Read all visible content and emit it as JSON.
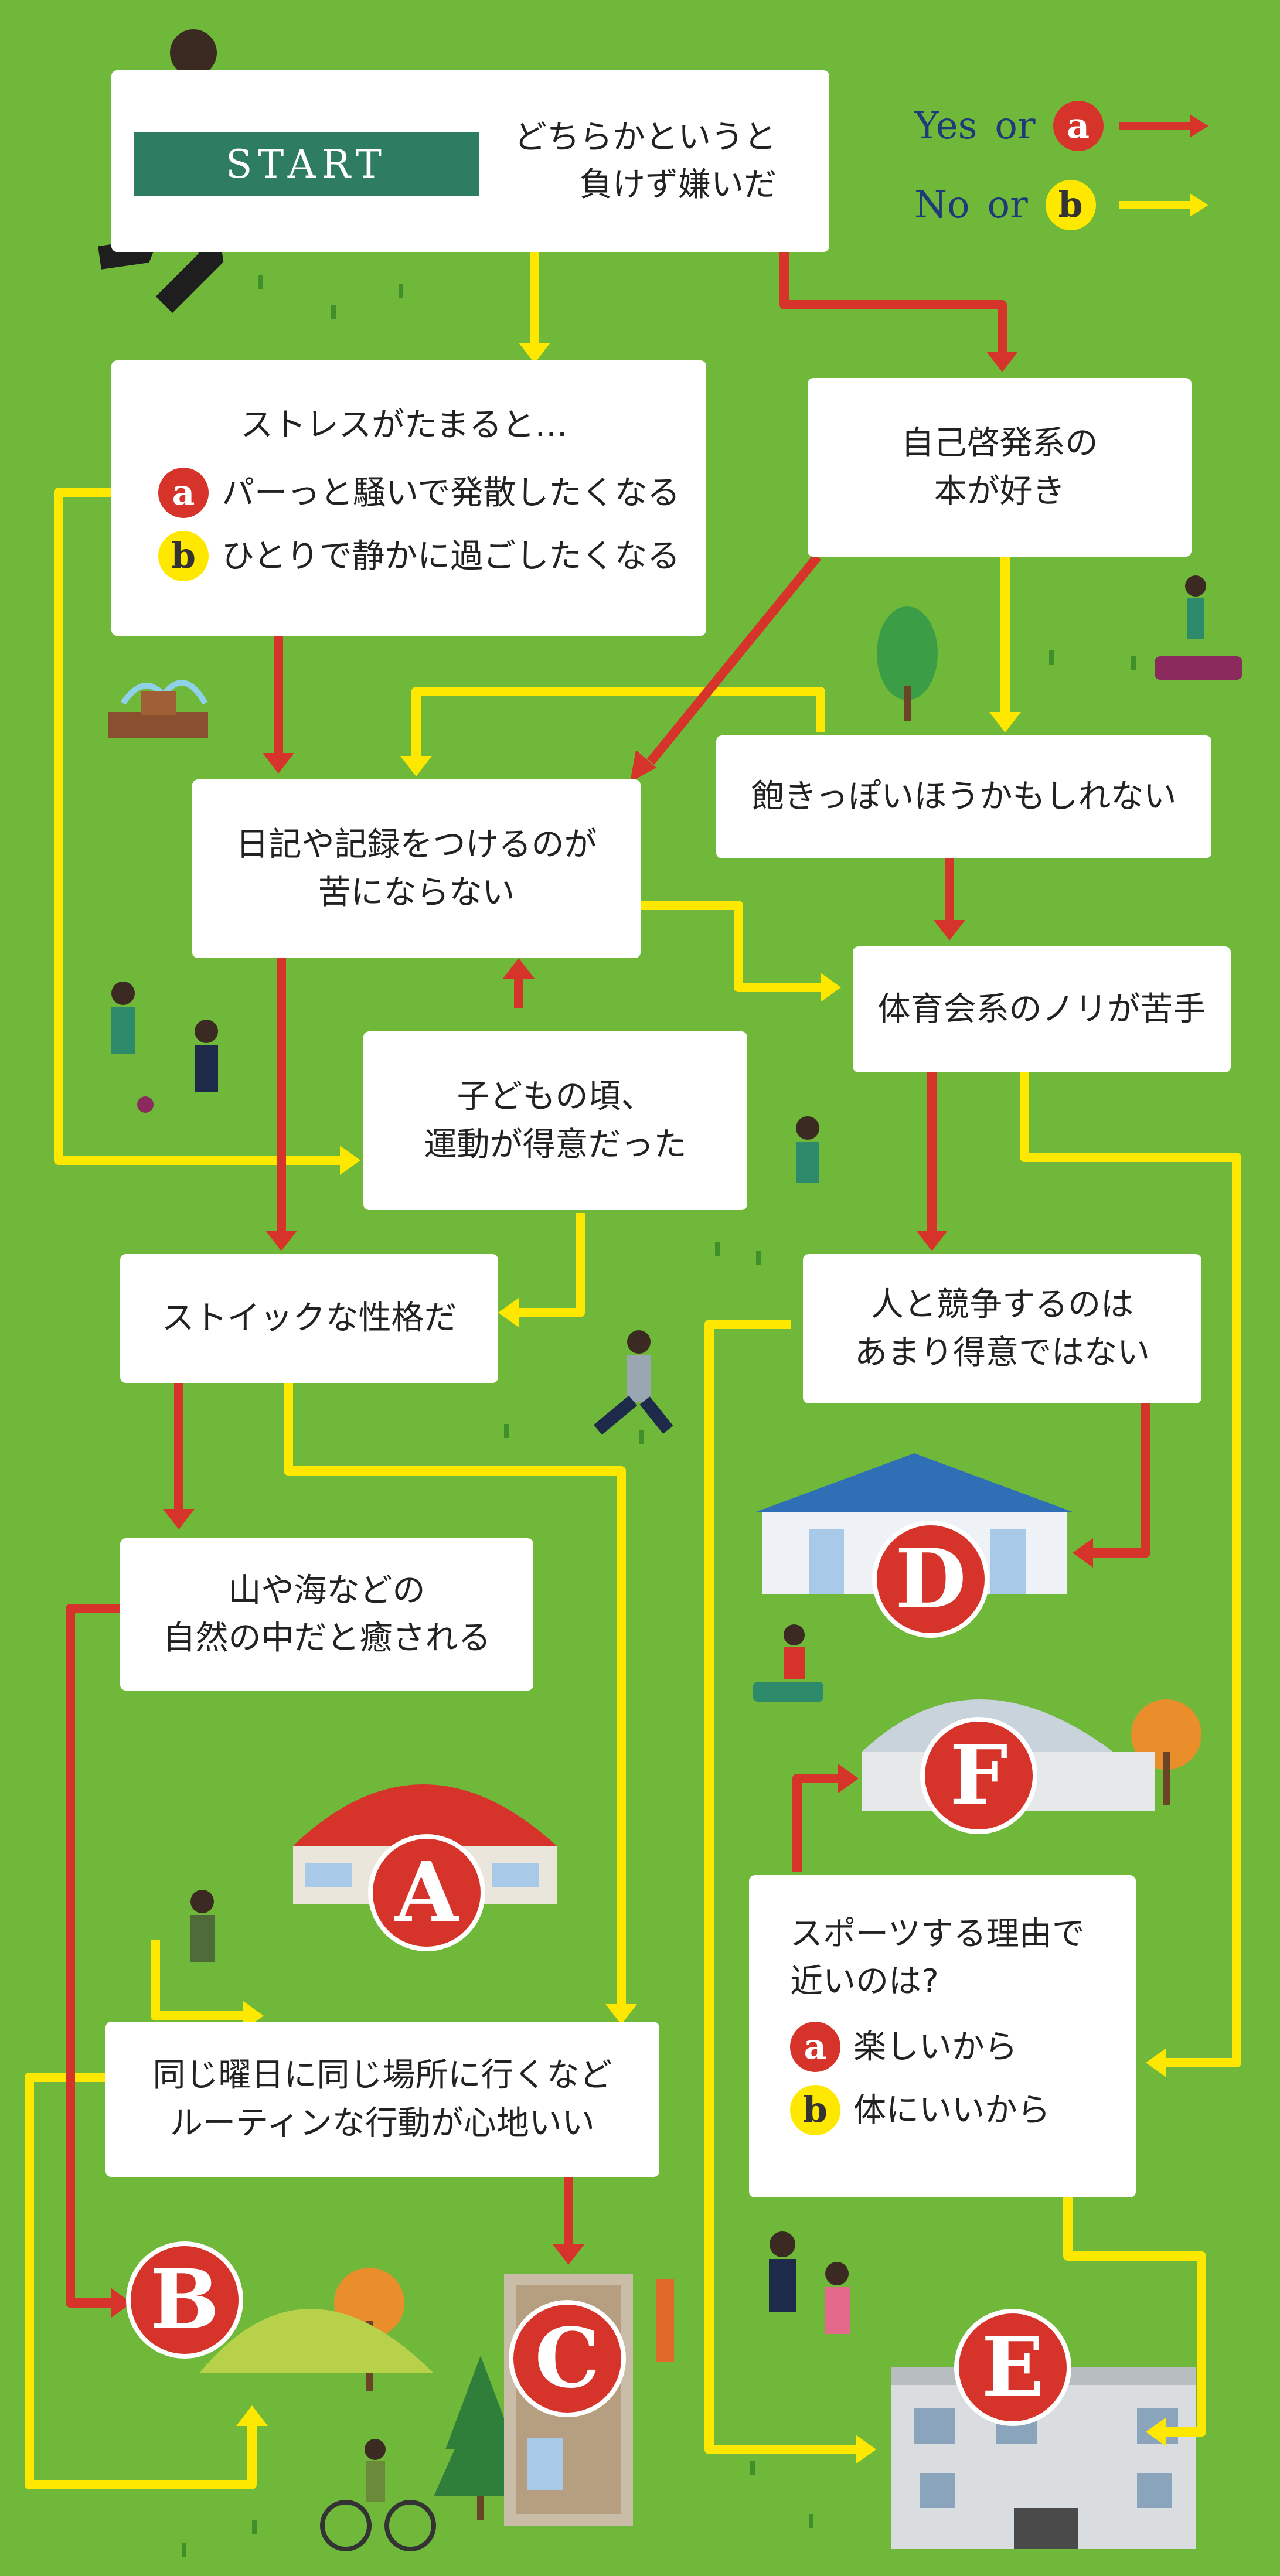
{
  "colors": {
    "background": "#6fb83a",
    "yes_arrow": "#d6342a",
    "no_arrow": "#ffe800",
    "start_tag": "#2e7d63",
    "box": "#ffffff"
  },
  "start": {
    "label": "START",
    "q": [
      "どちらかというと",
      "負けず嫌いだ"
    ]
  },
  "legend": {
    "yes": {
      "word": "Yes",
      "or": "or",
      "badge": "a"
    },
    "no": {
      "word": "No",
      "or": "or",
      "badge": "b"
    }
  },
  "questions": {
    "stress": {
      "title": "ストレスがたまると…",
      "a": "パーっと騒いで発散したくなる",
      "b": "ひとりで静かに過ごしたくなる",
      "a_badge": "a",
      "b_badge": "b"
    },
    "self_help": [
      "自己啓発系の",
      "本が好き"
    ],
    "diary": [
      "日記や記録をつけるのが",
      "苦にならない"
    ],
    "bored": [
      "飽きっぽいほうかもしれない"
    ],
    "taiikukai": [
      "体育会系のノリが苦手"
    ],
    "childhood": [
      "子どもの頃、",
      "運動が得意だった"
    ],
    "stoic": [
      "ストイックな性格だ"
    ],
    "compete": [
      "人と競争するのは",
      "あまり得意ではない"
    ],
    "nature": [
      "山や海などの",
      "自然の中だと癒される"
    ],
    "routine": [
      "同じ曜日に同じ場所に行くなど",
      "ルーティンな行動が心地いい"
    ],
    "reason": {
      "title": [
        "スポーツする理由で",
        "近いのは?"
      ],
      "a": "楽しいから",
      "b": "体にいいから",
      "a_badge": "a",
      "b_badge": "b"
    }
  },
  "results": [
    "A",
    "B",
    "C",
    "D",
    "E",
    "F"
  ]
}
